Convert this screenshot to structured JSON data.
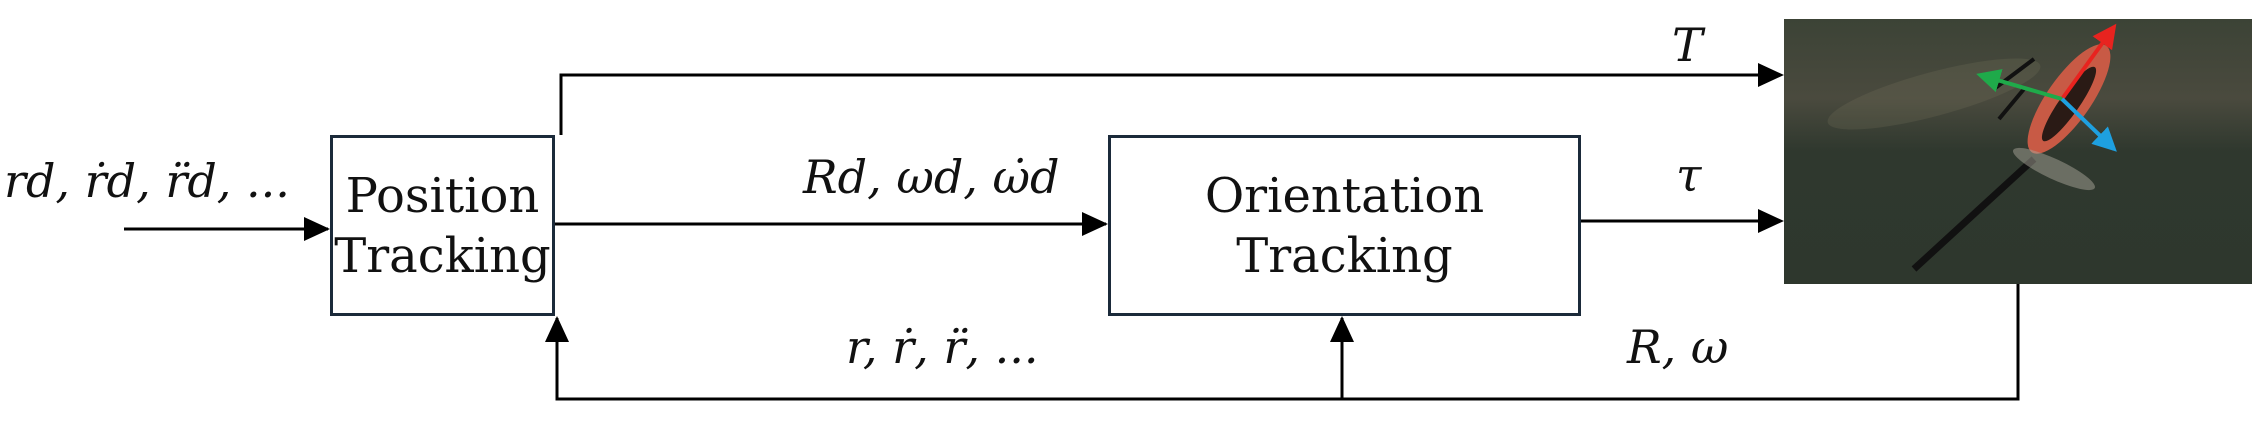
{
  "inputs": {
    "desired_position": "r⁤d, ṙd, r̈d, ..."
  },
  "blocks": {
    "position_tracking": {
      "line1": "Position",
      "line2": "Tracking"
    },
    "orientation_tracking": {
      "line1": "Orientation",
      "line2": "Tracking"
    }
  },
  "signals": {
    "thrust": "T",
    "torque": "τ",
    "desired_attitude": "Rd, ωd, ω̇d",
    "position_feedback": "r, ṙ, r̈, ...",
    "attitude_feedback": "R, ω"
  },
  "colors": {
    "line": "#000000",
    "box_border": "#1b2a3a",
    "axis_x": "#e8231f",
    "axis_y": "#1faa4a",
    "axis_z": "#1ea0e0"
  }
}
